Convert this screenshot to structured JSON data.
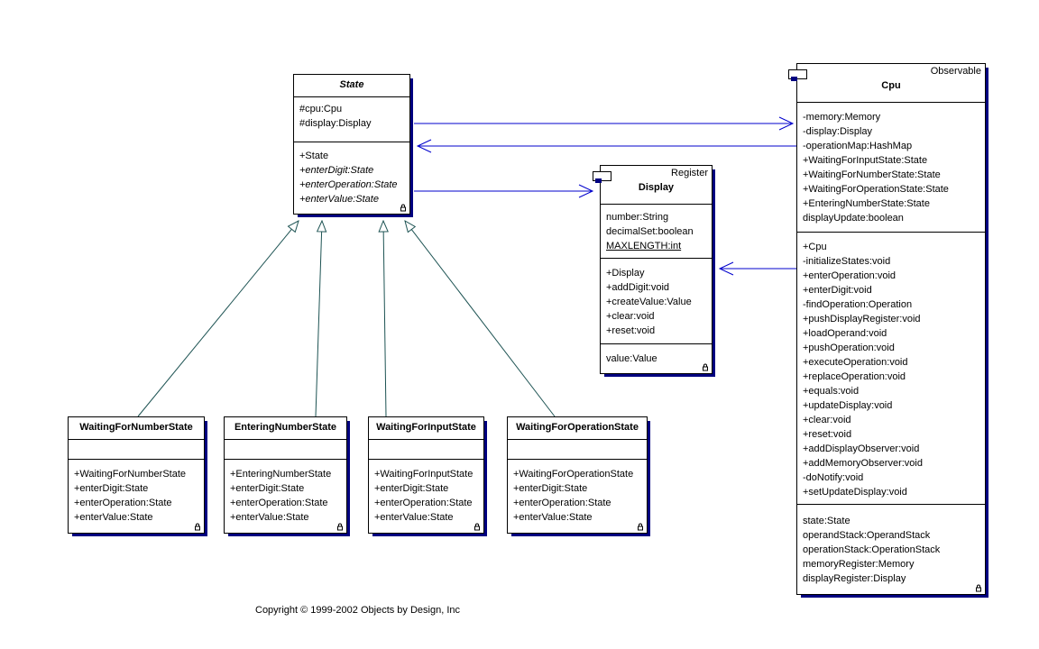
{
  "diagram": {
    "copyright": "Copyright © 1999-2002 Objects by Design, Inc",
    "colors": {
      "association": "#0000cc",
      "generalization": "#1d5353",
      "shadow": "#000080",
      "border": "#000000",
      "background": "#ffffff"
    }
  },
  "classes": {
    "state": {
      "title": "State",
      "attributes": [
        "#cpu:Cpu",
        "#display:Display"
      ],
      "methods": [
        "+State",
        {
          "text": "+enterDigit:State",
          "italic": true
        },
        {
          "text": "+enterOperation:State",
          "italic": true
        },
        {
          "text": "+enterValue:State",
          "italic": true
        }
      ]
    },
    "cpu": {
      "annotation": "Observable",
      "title": "Cpu",
      "attributes": [
        "-memory:Memory",
        "-display:Display",
        "-operationMap:HashMap",
        "+WaitingForInputState:State",
        "+WaitingForNumberState:State",
        "+WaitingForOperationState:State",
        "+EnteringNumberState:State",
        "displayUpdate:boolean"
      ],
      "methods": [
        "+Cpu",
        "-initializeStates:void",
        "+enterOperation:void",
        "+enterDigit:void",
        "-findOperation:Operation",
        "+pushDisplayRegister:void",
        "+loadOperand:void",
        "+pushOperation:void",
        "+executeOperation:void",
        "+replaceOperation:void",
        "+equals:void",
        "+updateDisplay:void",
        "+clear:void",
        "+reset:void",
        "+addDisplayObserver:void",
        "+addMemoryObserver:void",
        "-doNotify:void",
        "+setUpdateDisplay:void"
      ],
      "fields": [
        "state:State",
        "operandStack:OperandStack",
        "operationStack:OperationStack",
        "memoryRegister:Memory",
        "displayRegister:Display"
      ]
    },
    "display": {
      "annotation": "Register",
      "title": "Display",
      "attributes": [
        "number:String",
        "decimalSet:boolean",
        {
          "text": "MAXLENGTH:int",
          "underline": true
        }
      ],
      "methods": [
        "+Display",
        "+addDigit:void",
        "+createValue:Value",
        "+clear:void",
        "+reset:void"
      ],
      "fields": [
        "value:Value"
      ]
    },
    "waitingForNumber": {
      "title": "WaitingForNumberState",
      "attributes": [],
      "methods": [
        "+WaitingForNumberState",
        "+enterDigit:State",
        "+enterOperation:State",
        "+enterValue:State"
      ]
    },
    "enteringNumber": {
      "title": "EnteringNumberState",
      "attributes": [],
      "methods": [
        "+EnteringNumberState",
        "+enterDigit:State",
        "+enterOperation:State",
        "+enterValue:State"
      ]
    },
    "waitingForInput": {
      "title": "WaitingForInputState",
      "attributes": [],
      "methods": [
        "+WaitingForInputState",
        "+enterDigit:State",
        "+enterOperation:State",
        "+enterValue:State"
      ]
    },
    "waitingForOperation": {
      "title": "WaitingForOperationState",
      "attributes": [],
      "methods": [
        "+WaitingForOperationState",
        "+enterDigit:State",
        "+enterOperation:State",
        "+enterValue:State"
      ]
    }
  }
}
